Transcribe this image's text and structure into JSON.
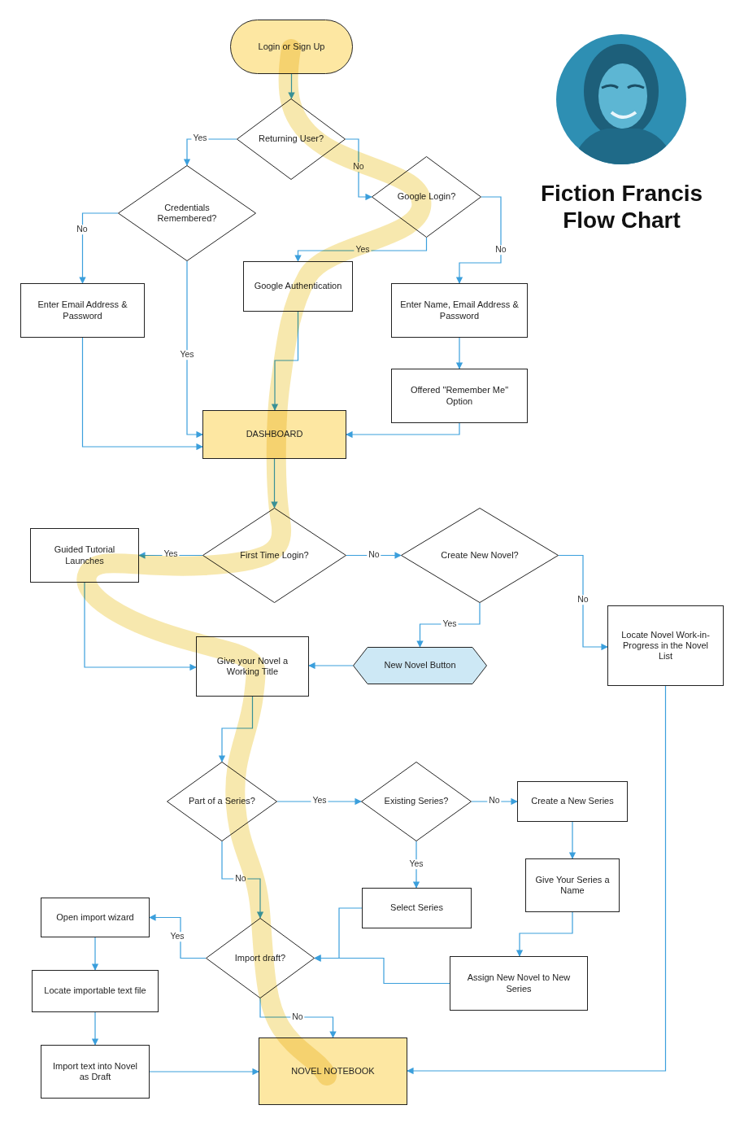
{
  "diagram": {
    "title": "Fiction Francis Flow Chart",
    "nodes": [
      {
        "text": [
          "Login or Sign Up"
        ]
      },
      {
        "text": [
          "Returning User?"
        ]
      },
      {
        "text": [
          "Credentials Remembered?"
        ]
      },
      {
        "text": [
          "Google Login?"
        ]
      },
      {
        "text": [
          "Enter Email Address & Password"
        ]
      },
      {
        "text": [
          "Google Authentication"
        ]
      },
      {
        "text": [
          "Enter Name, Email Address & Password"
        ]
      },
      {
        "text": [
          "Offered \"Remember Me\" Option"
        ]
      },
      {
        "text": [
          "DASHBOARD"
        ]
      },
      {
        "text": [
          "Guided Tutorial Launches"
        ]
      },
      {
        "text": [
          "First Time Login?"
        ]
      },
      {
        "text": [
          "Create New Novel?"
        ]
      },
      {
        "text": [
          "Locate Novel Work-in-Progress in the Novel List"
        ]
      },
      {
        "text": [
          "Give your Novel a Working Title"
        ]
      },
      {
        "text": [
          "New Novel Button"
        ]
      },
      {
        "text": [
          "Part of a Series?"
        ]
      },
      {
        "text": [
          "Existing Series?"
        ]
      },
      {
        "text": [
          "Create a New Series"
        ]
      },
      {
        "text": [
          "Give Your Series a Name"
        ]
      },
      {
        "text": [
          "Open import wizard"
        ]
      },
      {
        "text": [
          "Select Series"
        ]
      },
      {
        "text": [
          "Import draft?"
        ]
      },
      {
        "text": [
          "Locate importable text file"
        ]
      },
      {
        "text": [
          "Assign New Novel to New Series"
        ]
      },
      {
        "text": [
          "Import text into Novel as Draft"
        ]
      },
      {
        "text": [
          "NOVEL NOTEBOOK"
        ]
      }
    ],
    "edges": [
      {
        "from": 0,
        "to": 1,
        "arrow": "to"
      },
      {
        "from": 1,
        "to": 2,
        "label": "Yes",
        "arrow": "to"
      },
      {
        "from": 1,
        "to": 3,
        "label": "No",
        "arrow": "to"
      },
      {
        "from": 2,
        "to": 4,
        "label": "No",
        "arrow": "to"
      },
      {
        "from": 2,
        "to": 8,
        "label": "Yes",
        "arrow": "to"
      },
      {
        "from": 3,
        "to": 5,
        "label": "Yes",
        "arrow": "to"
      },
      {
        "from": 3,
        "to": 6,
        "label": "No",
        "arrow": "to"
      },
      {
        "from": 4,
        "to": 8,
        "arrow": "to"
      },
      {
        "from": 5,
        "to": 8,
        "arrow": "to"
      },
      {
        "from": 6,
        "to": 7,
        "arrow": "to"
      },
      {
        "from": 7,
        "to": 8,
        "arrow": "to"
      },
      {
        "from": 8,
        "to": 10,
        "arrow": "to"
      },
      {
        "from": 10,
        "to": 9,
        "label": "Yes",
        "arrow": "to"
      },
      {
        "from": 10,
        "to": 11,
        "label": "No",
        "arrow": "to"
      },
      {
        "from": 11,
        "to": 12,
        "label": "No",
        "arrow": "to"
      },
      {
        "from": 11,
        "to": 14,
        "label": "Yes",
        "arrow": "to"
      },
      {
        "from": 9,
        "to": 13,
        "arrow": "to"
      },
      {
        "from": 14,
        "to": 13,
        "arrow": "to"
      },
      {
        "from": 12,
        "to": 25,
        "arrow": "to"
      },
      {
        "from": 13,
        "to": 15,
        "arrow": "to"
      },
      {
        "from": 15,
        "to": 16,
        "label": "Yes",
        "arrow": "to"
      },
      {
        "from": 15,
        "to": 21,
        "label": "No",
        "arrow": "to"
      },
      {
        "from": 16,
        "to": 17,
        "label": "No",
        "arrow": "to"
      },
      {
        "from": 16,
        "to": 20,
        "label": "Yes",
        "arrow": "to"
      },
      {
        "from": 17,
        "to": 18,
        "arrow": "to"
      },
      {
        "from": 18,
        "to": 23,
        "arrow": "to"
      },
      {
        "from": 20,
        "to": 21,
        "arrow": "to"
      },
      {
        "from": 23,
        "to": 21,
        "arrow": "to"
      },
      {
        "from": 21,
        "to": 19,
        "label": "Yes",
        "arrow": "to"
      },
      {
        "from": 21,
        "to": 25,
        "label": "No",
        "arrow": "to"
      },
      {
        "from": 19,
        "to": 22,
        "arrow": "to"
      },
      {
        "from": 22,
        "to": 24,
        "arrow": "to"
      },
      {
        "from": 24,
        "to": 25,
        "arrow": "to"
      }
    ]
  }
}
